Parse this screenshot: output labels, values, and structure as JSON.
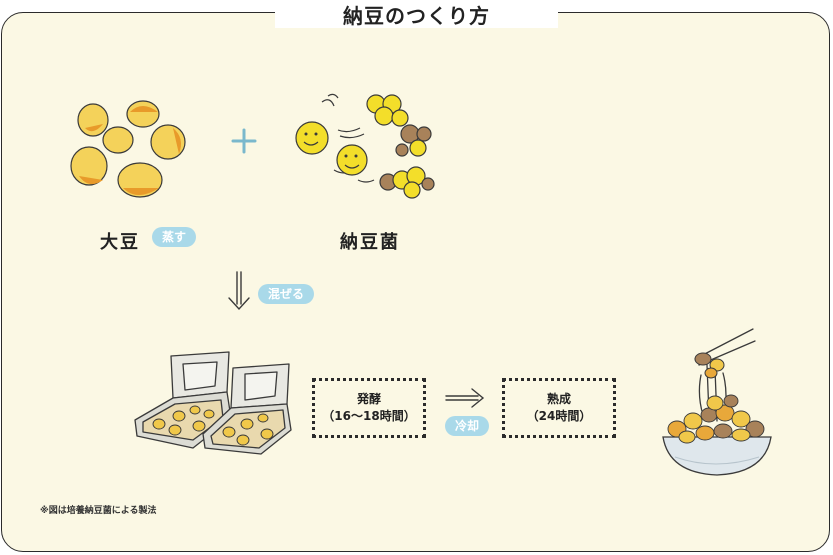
{
  "title": "納豆のつくり方",
  "soybean": {
    "label": "大豆",
    "tag": "蒸す"
  },
  "natto_bacteria": {
    "label": "納豆菌"
  },
  "plus_symbol": "+",
  "mix_step": {
    "tag": "混ぜる"
  },
  "fermentation": {
    "line1": "発酵",
    "line2": "（16〜18時間）"
  },
  "cooling": {
    "tag": "冷却"
  },
  "aging": {
    "line1": "熟成",
    "line2": "（24時間）"
  },
  "footnote": "※図は培養納豆菌による製法",
  "colors": {
    "background": "#fbf8e4",
    "pill": "#a9d9e9",
    "bean": "#f2c64a",
    "bean_shadow": "#e89a2a",
    "spore": "#f3de2a"
  }
}
